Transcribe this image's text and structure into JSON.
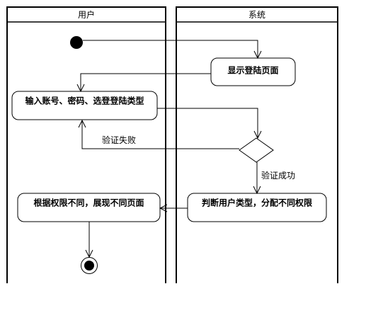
{
  "swimlanes": {
    "user": "用户",
    "system": "系统"
  },
  "actions": {
    "show_login_page": "显示登陆页面",
    "input_credentials": "输入账号、密码、选登登陆类型",
    "determine_user_type": "判断用户类型，分配不同权限",
    "show_pages_by_permission": "根据权限不同，展现不同页面"
  },
  "edges": {
    "verify_failed": "验证失败",
    "verify_success": "验证成功"
  }
}
